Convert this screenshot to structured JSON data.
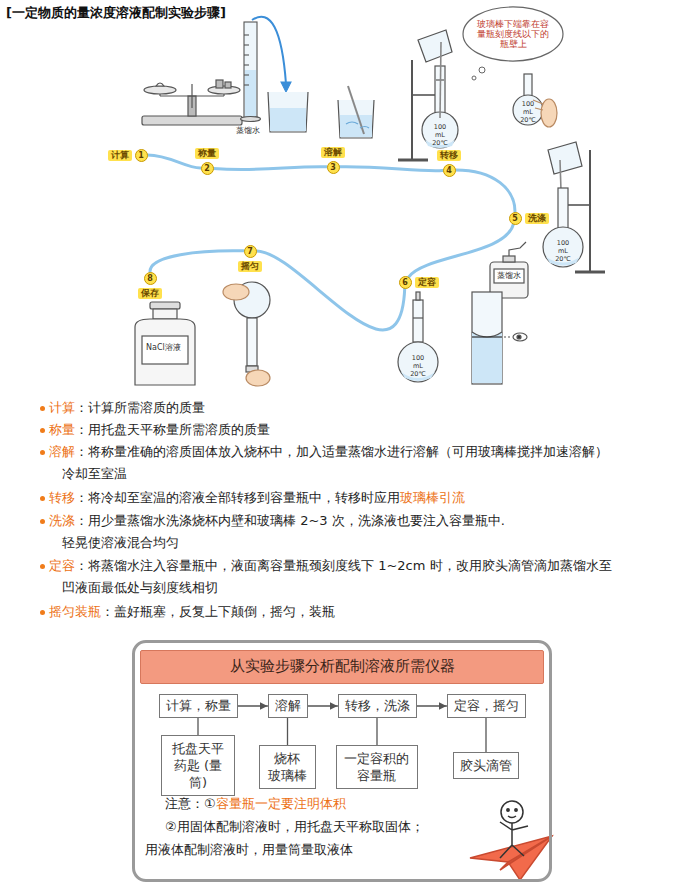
{
  "diagram": {
    "title": "[一定物质的量浓度溶液配制实验步骤]",
    "nodes": [
      {
        "text": [
          "计算",
          "1"
        ]
      },
      {
        "text": [
          "称量",
          "2"
        ]
      },
      {
        "text": [
          "溶解",
          "3"
        ]
      },
      {
        "text": [
          "转移",
          "4"
        ]
      },
      {
        "text": [
          "洗涤",
          "5"
        ]
      },
      {
        "text": [
          "定容",
          "6"
        ]
      },
      {
        "text": [
          "摇匀",
          "7"
        ]
      },
      {
        "text": [
          "保存",
          "8"
        ]
      },
      {
        "text": [
          "玻璃棒下端靠在容量瓶刻度线以下的瓶壁上"
        ]
      },
      {
        "text": [
          "从实验步骤分析配制溶液所需仪器"
        ]
      },
      {
        "text": [
          "计算，称量"
        ],
        "in": 9
      },
      {
        "text": [
          "溶解"
        ],
        "in": 9
      },
      {
        "text": [
          "转移，洗涤"
        ],
        "in": 9
      },
      {
        "text": [
          "定容，摇匀"
        ],
        "in": 9
      },
      {
        "text": [
          "托盘天平 药匙 (量筒)"
        ],
        "in": 9
      },
      {
        "text": [
          "烧杯 玻璃棒"
        ],
        "in": 9
      },
      {
        "text": [
          "一定容积的 容量瓶"
        ],
        "in": 9
      },
      {
        "text": [
          "胶头滴管"
        ],
        "in": 9
      }
    ],
    "edges": [
      {
        "from": 0,
        "to": 1,
        "arrow": "none"
      },
      {
        "from": 1,
        "to": 2,
        "arrow": "none"
      },
      {
        "from": 2,
        "to": 3,
        "arrow": "none"
      },
      {
        "from": 3,
        "to": 4,
        "arrow": "none"
      },
      {
        "from": 4,
        "to": 5,
        "arrow": "none"
      },
      {
        "from": 5,
        "to": 6,
        "arrow": "none"
      },
      {
        "from": 6,
        "to": 7,
        "arrow": "none"
      },
      {
        "from": 10,
        "to": 11,
        "arrow": "to"
      },
      {
        "from": 11,
        "to": 12,
        "arrow": "to"
      },
      {
        "from": 12,
        "to": 13,
        "arrow": "to"
      },
      {
        "from": 10,
        "to": 14,
        "arrow": "none"
      },
      {
        "from": 11,
        "to": 15,
        "arrow": "none"
      },
      {
        "from": 12,
        "to": 16,
        "arrow": "none"
      },
      {
        "from": 13,
        "to": 17,
        "arrow": "none"
      }
    ],
    "labels": [
      "蒸馏水",
      "100 mL 20℃",
      "100 mL 20℃",
      "蒸馏水",
      "100 mL 20℃",
      "100 mL 20℃",
      "NaCl溶液",
      "计算",
      "：计算所需溶质的质量",
      "称量",
      "：用托盘天平称量所需溶质的质量",
      "溶解",
      "：将称量准确的溶质固体放入烧杯中，加入适量蒸馏水进行溶解（可用玻璃棒搅拌加速溶解）",
      "冷却至室温",
      "转移",
      "：将冷却至室温的溶液全部转移到容量瓶中，转移时应用",
      "玻璃棒引流",
      "洗涤",
      "：用少量蒸馏水洗涤烧杯内壁和玻璃棒 2~3 次，洗涤液也要注入容量瓶中.",
      "轻晃使溶液混合均匀",
      "定容",
      "：将蒸馏水注入容量瓶中，液面离容量瓶颈刻度线下 1~2cm 时，改用胶头滴管滴加蒸馏水至",
      "凹液面最低处与刻度线相切",
      "摇匀装瓶",
      "：盖好瓶塞，反复上下颠倒，摇匀，装瓶",
      "注意：①",
      "容量瓶一定要注明体积",
      "②用固体配制溶液时，用托盘天平称取固体；",
      "用液体配制溶液时，用量筒量取液体"
    ]
  }
}
